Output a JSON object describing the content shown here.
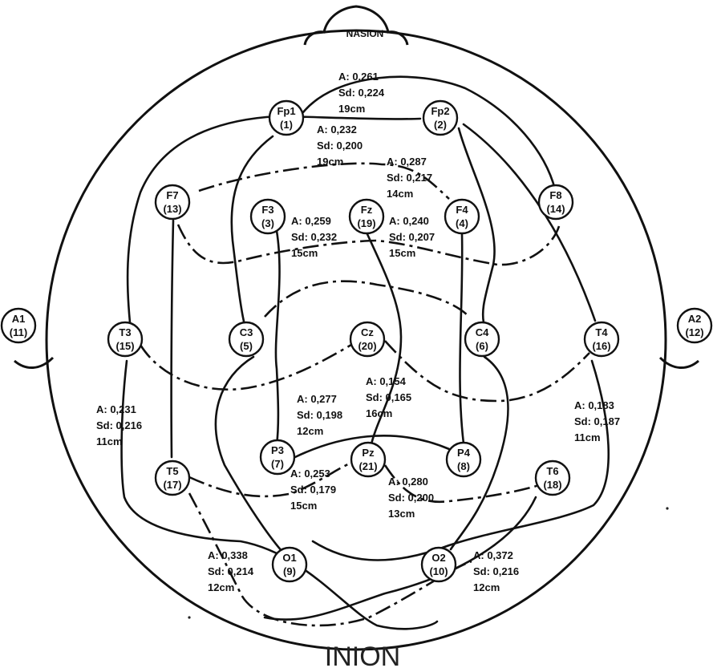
{
  "landmarks": {
    "nasion": "NASION",
    "inion": "INION"
  },
  "electrodes": [
    {
      "id": "fp1",
      "name": "Fp1",
      "num": "(1)"
    },
    {
      "id": "fp2",
      "name": "Fp2",
      "num": "(2)"
    },
    {
      "id": "f7",
      "name": "F7",
      "num": "(13)"
    },
    {
      "id": "f3",
      "name": "F3",
      "num": "(3)"
    },
    {
      "id": "fz",
      "name": "Fz",
      "num": "(19)"
    },
    {
      "id": "f4",
      "name": "F4",
      "num": "(4)"
    },
    {
      "id": "f8",
      "name": "F8",
      "num": "(14)"
    },
    {
      "id": "a1",
      "name": "A1",
      "num": "(11)"
    },
    {
      "id": "t3",
      "name": "T3",
      "num": "(15)"
    },
    {
      "id": "c3",
      "name": "C3",
      "num": "(5)"
    },
    {
      "id": "cz",
      "name": "Cz",
      "num": "(20)"
    },
    {
      "id": "c4",
      "name": "C4",
      "num": "(6)"
    },
    {
      "id": "t4",
      "name": "T4",
      "num": "(16)"
    },
    {
      "id": "a2",
      "name": "A2",
      "num": "(12)"
    },
    {
      "id": "p3",
      "name": "P3",
      "num": "(7)"
    },
    {
      "id": "pz",
      "name": "Pz",
      "num": "(21)"
    },
    {
      "id": "p4",
      "name": "P4",
      "num": "(8)"
    },
    {
      "id": "t5",
      "name": "T5",
      "num": "(17)"
    },
    {
      "id": "t6",
      "name": "T6",
      "num": "(18)"
    },
    {
      "id": "o1",
      "name": "O1",
      "num": "(9)"
    },
    {
      "id": "o2",
      "name": "O2",
      "num": "(10)"
    }
  ],
  "annotations": [
    {
      "id": "ann1",
      "lines": [
        "A: 0,261",
        "Sd: 0,224",
        "19cm"
      ]
    },
    {
      "id": "ann2",
      "lines": [
        "A: 0,232",
        "Sd: 0,200",
        "19cm"
      ]
    },
    {
      "id": "ann3",
      "lines": [
        "A: 0,287",
        "Sd: 0,217",
        "14cm"
      ]
    },
    {
      "id": "ann4",
      "lines": [
        "A: 0,259",
        "Sd: 0,232",
        "15cm"
      ]
    },
    {
      "id": "ann5",
      "lines": [
        "A: 0,240",
        "Sd: 0,207",
        "15cm"
      ]
    },
    {
      "id": "ann6",
      "lines": [
        "A: 0,154",
        "Sd: 0,165",
        "16cm"
      ]
    },
    {
      "id": "ann7",
      "lines": [
        "A: 0,277",
        "Sd: 0,198",
        "12cm"
      ]
    },
    {
      "id": "ann8",
      "lines": [
        "A: 0,231",
        "Sd: 0,216",
        "11cm"
      ]
    },
    {
      "id": "ann9",
      "lines": [
        "A: 0,183",
        "Sd: 0,187",
        "11cm"
      ]
    },
    {
      "id": "ann10",
      "lines": [
        "A: 0,253",
        "Sd: 0,179",
        "15cm"
      ]
    },
    {
      "id": "ann11",
      "lines": [
        "A: 0,280",
        "Sd: 0,200",
        "13cm"
      ]
    },
    {
      "id": "ann12",
      "lines": [
        "A: 0,338",
        "Sd: 0,214",
        "12cm"
      ]
    },
    {
      "id": "ann13",
      "lines": [
        "A: 0,372",
        "Sd: 0,216",
        "12cm"
      ]
    }
  ]
}
